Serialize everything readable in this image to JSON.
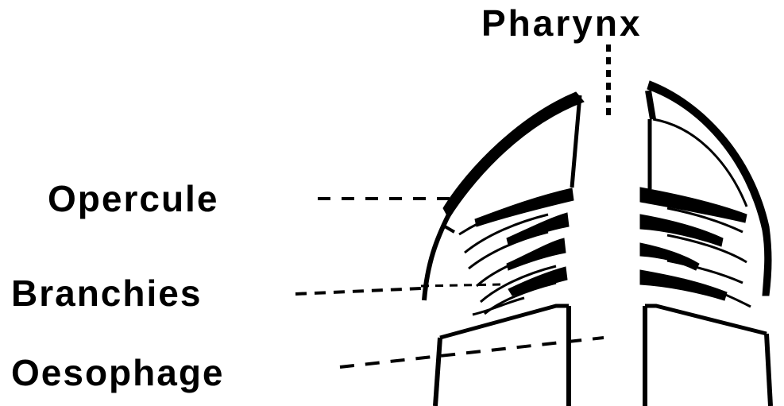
{
  "labels": {
    "pharynx": "Pharynx",
    "opercule": "Opercule",
    "branchies": "Branchies",
    "oesophage": "Oesophage"
  },
  "colors": {
    "ink": "#000000",
    "background": "#ffffff"
  }
}
